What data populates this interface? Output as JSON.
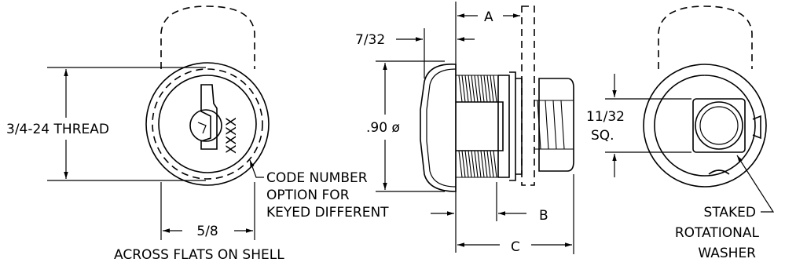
{
  "front_view": {
    "thread_label": "3/4-24 THREAD",
    "flats_dim": "5/8",
    "flats_caption": "ACROSS FLATS ON SHELL",
    "code_caption_line1": "CODE NUMBER",
    "code_caption_line2": "OPTION FOR",
    "code_caption_line3": "KEYED DIFFERENT",
    "code_marks": "XXXX"
  },
  "side_view": {
    "head_thickness": "7/32",
    "dim_a": "A",
    "dim_b": "B",
    "dim_c": "C",
    "diameter": ".90 ø"
  },
  "rear_view": {
    "square_dim_line1": "11/32",
    "square_dim_line2": "SQ.",
    "washer_line1": "STAKED",
    "washer_line2": "ROTATIONAL",
    "washer_line3": "WASHER"
  }
}
